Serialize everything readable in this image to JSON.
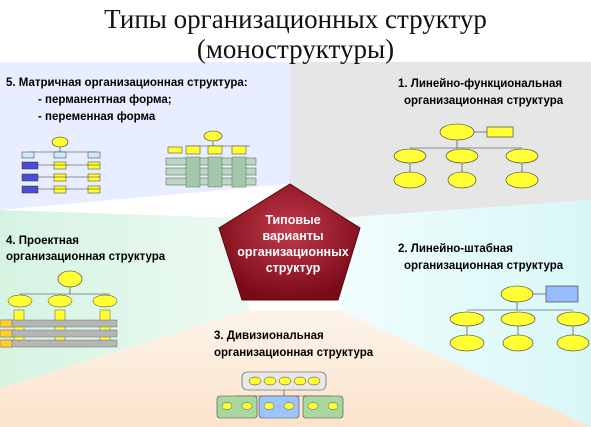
{
  "title": {
    "line1": "Типы организационных структур",
    "line2": "(моноструктуры)"
  },
  "center": {
    "lines": [
      "Типовые",
      "варианты",
      "организационных",
      "структур"
    ]
  },
  "sections": {
    "matrix": {
      "lines": [
        "5. Матричная организационная структура:",
        "- перманентная форма;",
        "- переменная форма"
      ]
    },
    "linear_functional": {
      "lines": [
        "1. Линейно-функциональная",
        "организационная структура"
      ]
    },
    "project": {
      "lines": [
        "4. Проектная",
        "организационная структура"
      ]
    },
    "linear_staff": {
      "lines": [
        "2. Линейно-штабная",
        "организационная структура"
      ]
    },
    "divisional": {
      "lines": [
        "3. Дивизиональная",
        "организационная структура"
      ]
    }
  },
  "colors": {
    "top_left_sector": "#e6ecff",
    "top_right_sector": "#e4e4e4",
    "left_sector": "#ddf6e8",
    "right_sector": "#e4fbfb",
    "bottom_sector": "#fdeede",
    "pentagon": "#8b0e1c",
    "node_yellow": "#ffff33",
    "node_stroke": "#333333"
  }
}
